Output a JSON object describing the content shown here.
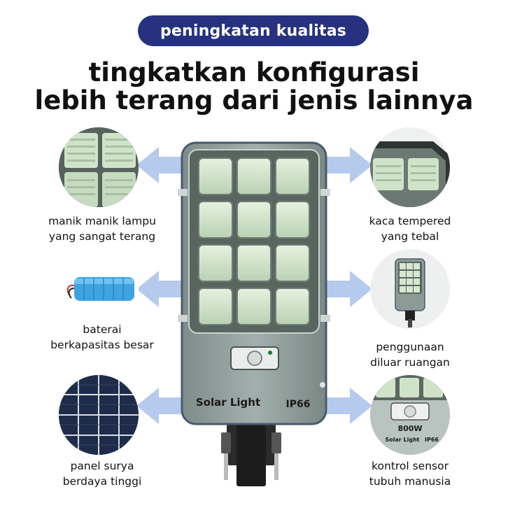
{
  "header": {
    "badge": "peningkatan kualitas",
    "headline_line1": "tingkatkan konfigurasi",
    "headline_line2": "lebih terang dari jenis lainnya"
  },
  "features": {
    "led_beads": {
      "line1": "manik manik lampu",
      "line2": "yang sangat terang"
    },
    "tempered_glass": {
      "line1": "kaca tempered",
      "line2": "yang tebal"
    },
    "battery": {
      "line1": "baterai",
      "line2": "berkapasitas besar"
    },
    "outdoor": {
      "line1": "penggunaan",
      "line2": "diluar ruangan"
    },
    "solar_panel": {
      "line1": "panel surya",
      "line2": "berdaya tinggi"
    },
    "sensor": {
      "line1": "kontrol sensor",
      "line2": "tubuh manusia"
    }
  },
  "lamp": {
    "brand_label": "Solar Light",
    "rating_label": "IP66",
    "power_label": "800W"
  },
  "colors": {
    "badge_bg": "#26327f",
    "arrow": "#9fb9e6",
    "lamp_body": "#8e9e9a",
    "led": "#d7ebd0"
  }
}
